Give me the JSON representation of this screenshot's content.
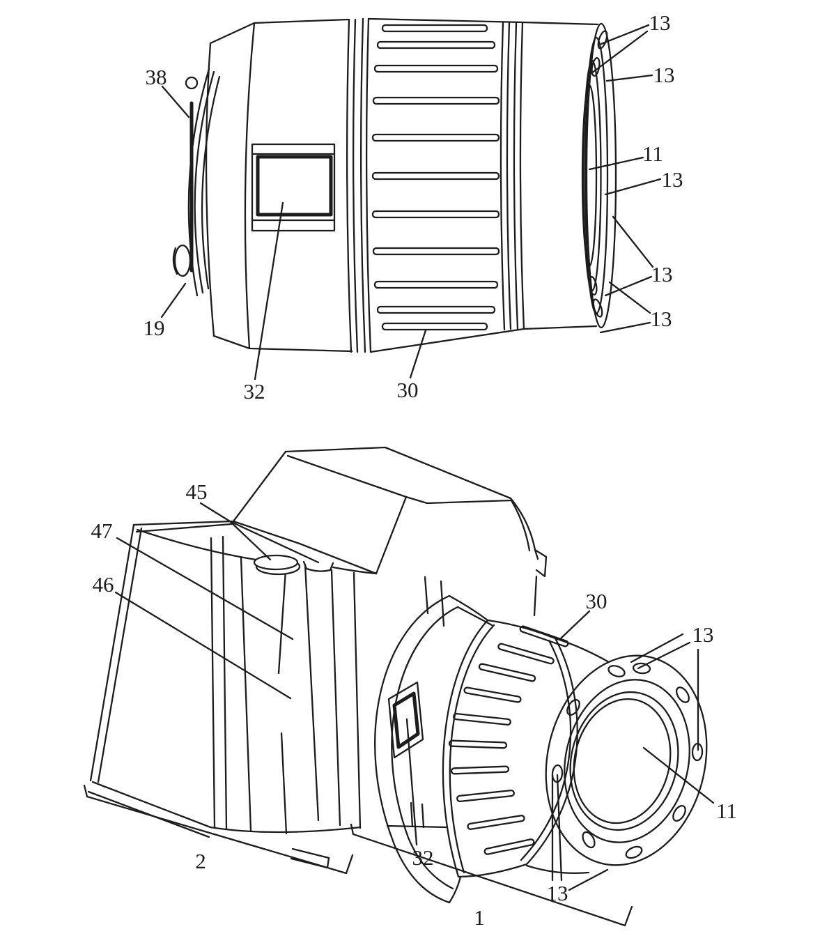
{
  "document": {
    "type": "patent-line-drawing",
    "background_color": "#ffffff",
    "line_color": "#1c1c1c",
    "label_color": "#1c1c1c"
  },
  "figure1": {
    "description": "camera lens side view",
    "labels": {
      "n38": "38",
      "n19": "19",
      "n32": "32",
      "n30": "30",
      "n13": "13",
      "n11": "11"
    }
  },
  "figure2": {
    "description": "camera with mounted lens perspective view",
    "labels": {
      "n45": "45",
      "n47": "47",
      "n46": "46",
      "n30": "30",
      "n13": "13",
      "n11": "11",
      "n32": "32",
      "n2": "2",
      "n1": "1"
    }
  }
}
